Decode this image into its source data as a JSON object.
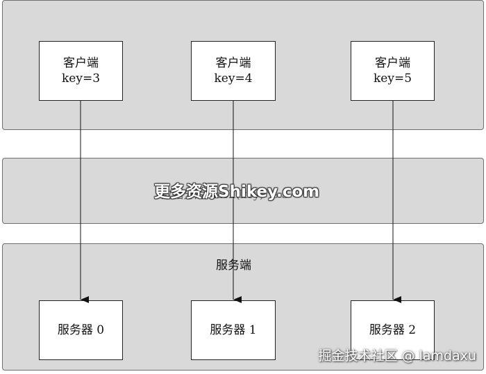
{
  "client_panel": {
    "clients": [
      {
        "title": "客户端",
        "key": "key=3"
      },
      {
        "title": "客户端",
        "key": "key=4"
      },
      {
        "title": "客户端",
        "key": "key=5"
      }
    ]
  },
  "middle_panel": {
    "covered_text": "数据分片 hash(key) % 3"
  },
  "server_panel": {
    "label": "服务端",
    "servers": [
      {
        "label": "服务器 0"
      },
      {
        "label": "服务器 1"
      },
      {
        "label": "服务器 2"
      }
    ]
  },
  "watermark": "更多资源Shikey.com",
  "credit": "掘金技术社区 @ lamdaxu",
  "colors": {
    "panel_fill": "#d9d9d9",
    "box_fill": "#ffffff",
    "arrow": "#111111"
  }
}
